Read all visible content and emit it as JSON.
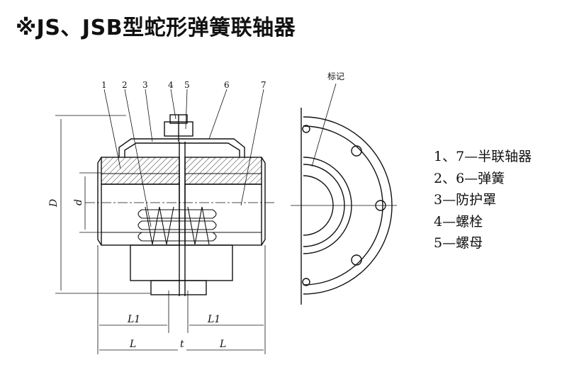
{
  "title": "※JS、JSB型蛇形弹簧联轴器",
  "callouts": [
    "1",
    "2",
    "3",
    "4",
    "5",
    "6",
    "7"
  ],
  "marker_label": "标记",
  "dimensions": {
    "D": "D",
    "d": "d",
    "L1": "L1",
    "L": "L",
    "t": "t"
  },
  "legend": [
    "1、7—半联轴器",
    "2、6—弹簧",
    "3—防护罩",
    "4—螺栓",
    "5—螺母"
  ]
}
